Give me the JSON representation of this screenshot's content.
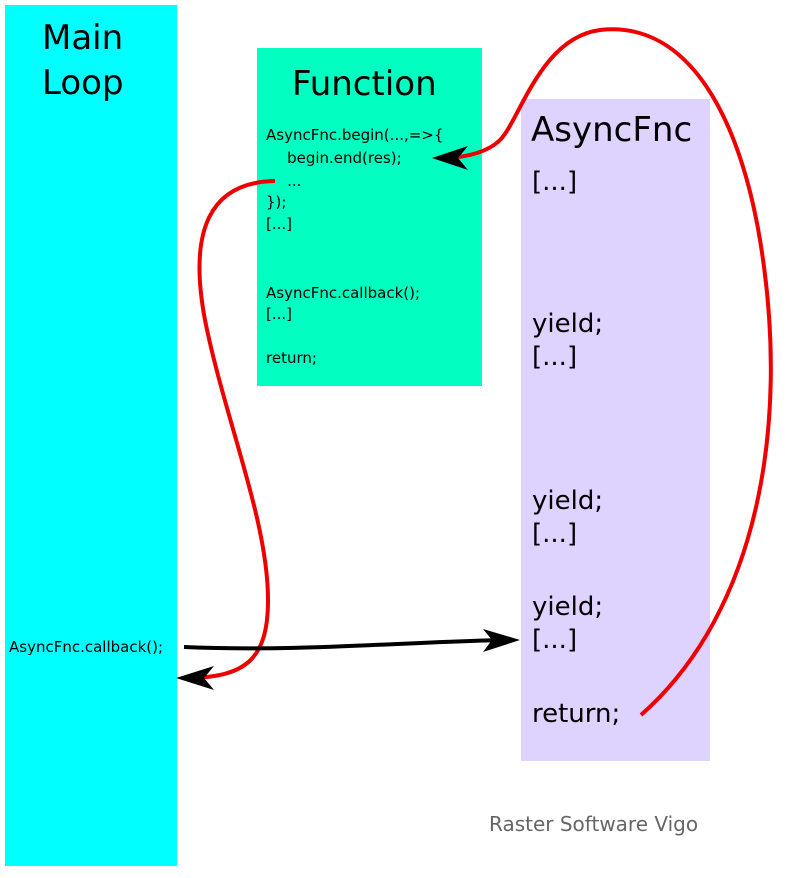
{
  "colors": {
    "main_loop": "#00ffff",
    "function": "#00ffc0",
    "async": "#ded2ff",
    "arrow_red": "#ee0000",
    "arrow_black": "#000000",
    "credit": "#666666"
  },
  "main_loop": {
    "title_line1": "Main",
    "title_line2": "Loop",
    "callback": "AsyncFnc.callback();"
  },
  "function": {
    "title": "Function",
    "lines": [
      "AsyncFnc.begin(...,=>{",
      "    begin.end(res);",
      "    ...",
      "});",
      "[...]",
      "AsyncFnc.callback();",
      "[...]",
      "return;"
    ]
  },
  "async_fnc": {
    "title": "AsyncFnc",
    "lines": [
      "[...]",
      "yield;",
      "[...]",
      "yield;",
      "[...]",
      "yield;",
      "[...]",
      "return;"
    ]
  },
  "credit": "Raster Software Vigo"
}
